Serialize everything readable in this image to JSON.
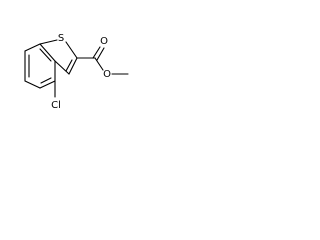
{
  "molecule": {
    "atoms": {
      "sulfur": "S",
      "chlorine": "Cl",
      "carbonyl_oxygen": "O",
      "ester_oxygen": "O"
    }
  }
}
